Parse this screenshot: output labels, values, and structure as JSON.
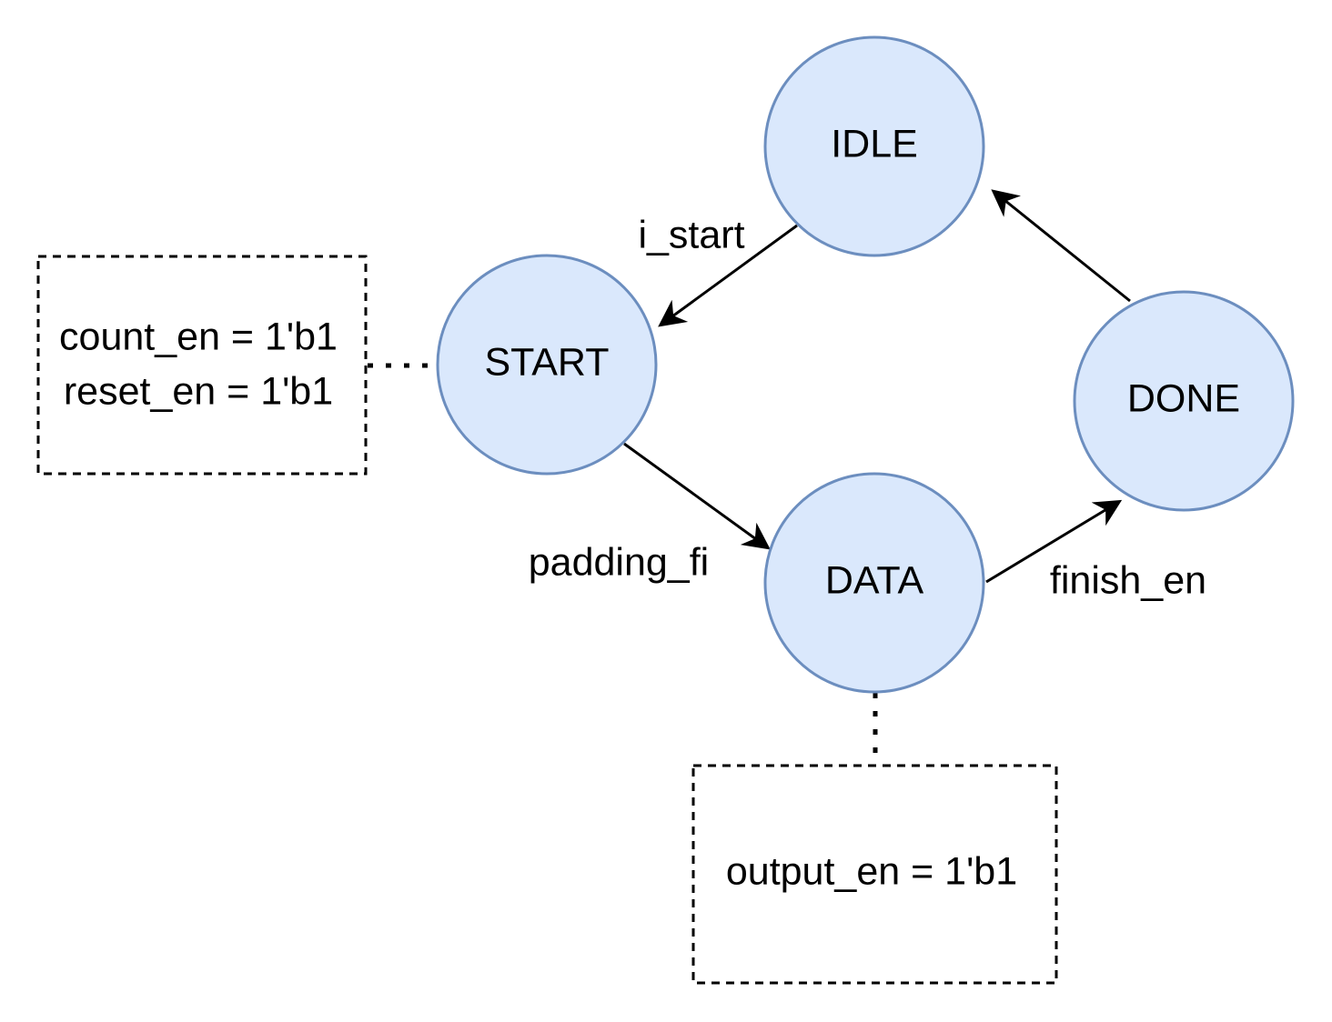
{
  "colors": {
    "state_fill": "#dae8fc",
    "state_stroke": "#6c8ebf",
    "edge": "#000000",
    "note_border": "#000000"
  },
  "states": {
    "idle": "IDLE",
    "start": "START",
    "data": "DATA",
    "done": "DONE"
  },
  "transitions": {
    "idle_to_start": "i_start",
    "start_to_data": "padding_fi",
    "data_to_done": "finish_en"
  },
  "notes": {
    "start": [
      "count_en = 1'b1",
      "reset_en = 1'b1"
    ],
    "data": [
      "output_en = 1'b1"
    ]
  }
}
